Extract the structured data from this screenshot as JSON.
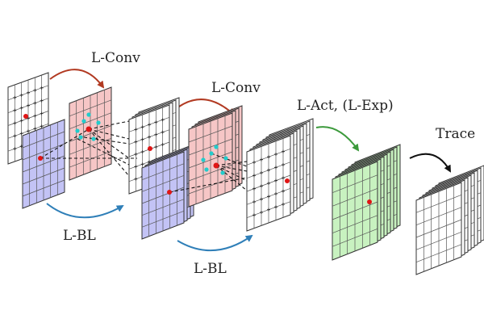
{
  "labels": {
    "conv_1": "L-Conv",
    "conv_2": "L-Conv",
    "bl_1": "L-BL",
    "bl_2": "L-BL",
    "act": "L-Act, (L-Exp)",
    "trace": "Trace"
  },
  "colors": {
    "red_arrow": "#b23a22",
    "blue_arrow": "#2f7fb8",
    "green_arrow": "#3c9a3c",
    "black_arrow": "#111111",
    "white_fill": "#ffffff",
    "pink_fill": "#f6c6c6",
    "purple_fill": "#c3c3f5",
    "green_fill": "#c8f2c0",
    "grid_line": "#555555",
    "red_dot": "#e01515",
    "cyan_dot": "#22cccc"
  }
}
